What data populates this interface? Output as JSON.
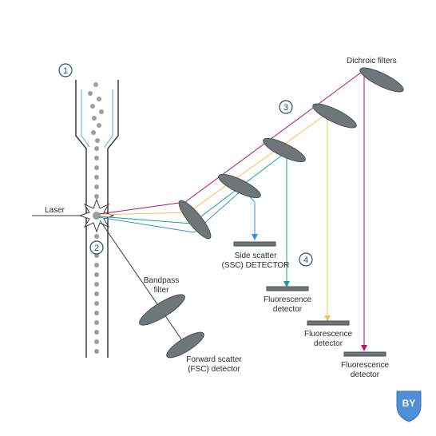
{
  "labels": {
    "laser": "Laser",
    "dichroic": "Dichroic filters",
    "bandpass_line1": "Bandpass",
    "bandpass_line2": "filter",
    "fsc_line1": "Forward scatter",
    "fsc_line2": "(FSC) detector",
    "ssc_line1": "Side scatter",
    "ssc_line2": "(SSC) DETECTOR",
    "fl1_line1": "Fluorescence",
    "fl1_line2": "detector",
    "fl2_line1": "Fluorescence",
    "fl2_line2": "detector",
    "fl3_line1": "Fluorescence",
    "fl3_line2": "detector"
  },
  "steps": [
    "1",
    "2",
    "3",
    "4"
  ],
  "logo": {
    "text": "BY"
  },
  "colors": {
    "magenta": "#b0166e",
    "yellow": "#f5c15a",
    "teal": "#1a9aa0",
    "blue": "#3a8fd6",
    "component": "#6e7677",
    "component_edge": "#4a5152",
    "number": "#1f4e79",
    "logo": "#4f8fd8"
  }
}
